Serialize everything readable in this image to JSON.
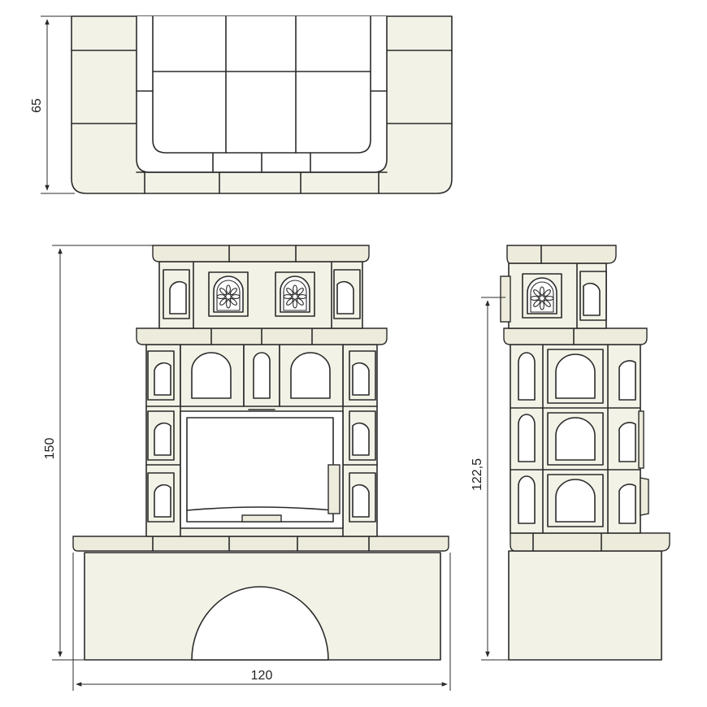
{
  "dimensions": {
    "top_depth": "65",
    "front_height": "150",
    "front_width": "120",
    "side_height": "122,5"
  },
  "colors": {
    "line": "#2b2b2b",
    "tile_fill": "#f2f2e6",
    "background": "#ffffff"
  }
}
